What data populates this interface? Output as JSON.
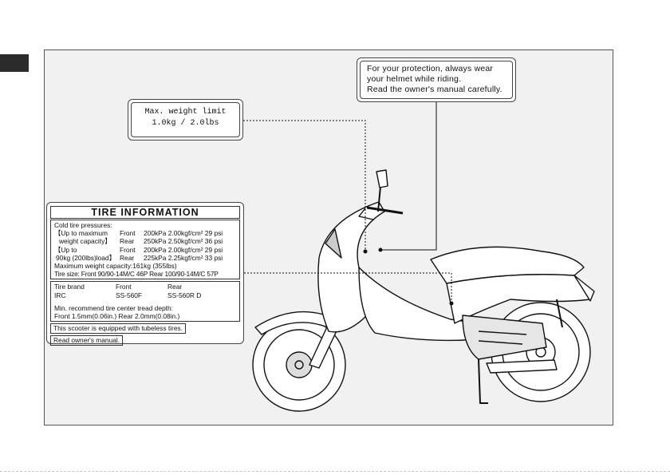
{
  "helmet_label": {
    "lines": [
      "For your protection, always wear",
      "your helmet while riding.",
      "Read the owner's manual carefully."
    ]
  },
  "weight_label": {
    "line1": "Max. weight limit",
    "line2": "1.0kg / 2.0lbs"
  },
  "tire_label": {
    "title": "TIRE INFORMATION",
    "pressures_heading": "Cold tire pressures:",
    "pressure_rows": [
      {
        "condition": "【Up to maximum",
        "position": "Front",
        "value": "200kPa 2.00kgf/cm² 29 psi"
      },
      {
        "condition": "weight capacity】",
        "position": "Rear",
        "value": "250kPa 2.50kgf/cm² 36 psi"
      },
      {
        "condition": "【Up to",
        "position": "Front",
        "value": "200kPa 2.00kgf/cm² 29 psi"
      },
      {
        "condition": "90kg (200lbs)load】",
        "position": "Rear",
        "value": "225kPa 2.25kgf/cm² 33 psi"
      }
    ],
    "max_capacity": "Maximum weight capacity:161kg (355lbs)",
    "tire_size": "Tire size: Front 90/90-14M/C 46P Rear 100/90-14M/C 57P",
    "brand_header": {
      "label": "Tire brand",
      "front": "Front",
      "rear": "Rear"
    },
    "brand_row": {
      "label": "IRC",
      "front": "SS-560F",
      "rear": "SS-560R D"
    },
    "tread_heading": "Min. recommend tire center tread depth:",
    "tread_row": "Front 1.5mm(0.06in.) Rear 2.0mm(0.08in.)",
    "tubeless_note": "This scooter is equipped with tubeless tires.",
    "manual_note": "Read owner's manual."
  },
  "colors": {
    "panel": "#f1f1f1",
    "line": "#111111",
    "tab": "#2b2b2b"
  }
}
